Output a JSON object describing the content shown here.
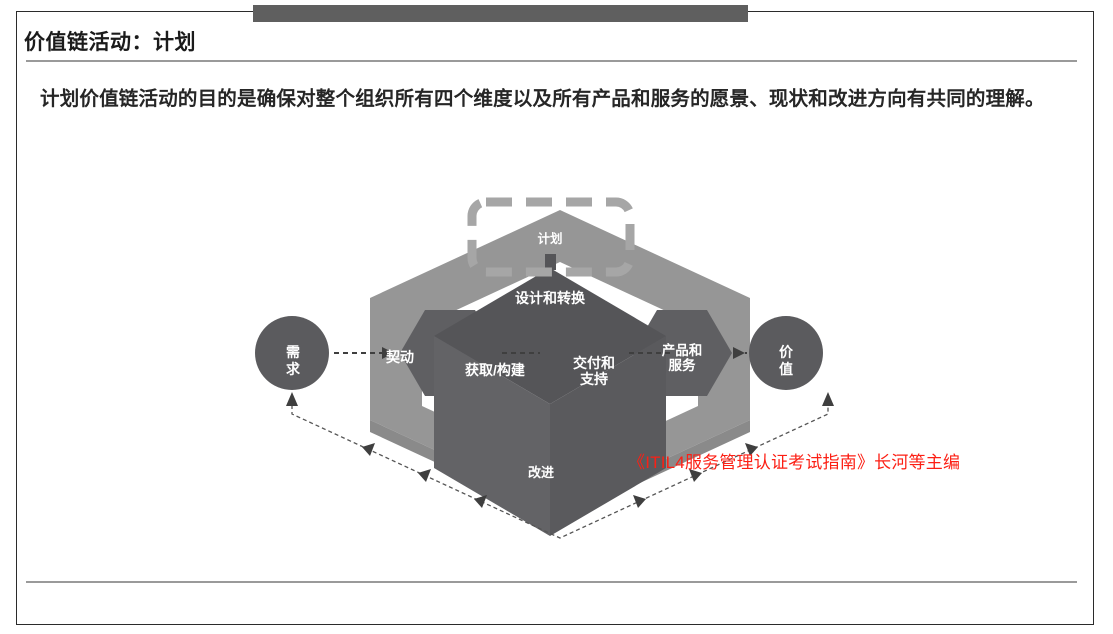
{
  "slide": {
    "title": "价值链活动：计划",
    "subtitle": "计划价值链活动的目的是确保对整个组织所有四个维度以及所有产品和服务的愿景、现状和改进方向有共同的理解。",
    "credit": "《ITIL4服务管理认证考试指南》长河等主编"
  },
  "diagram": {
    "name": "service-value-chain",
    "highlighted_activity": "计划",
    "nodes": {
      "demand": "需\n求",
      "value": "价\n值",
      "plan": "计划",
      "engage": "契动",
      "design_transition": "设计和转换",
      "obtain_build": "获取/构建",
      "deliver_support": "交付和\n支持",
      "products_services": "产品和\n服务",
      "improve": "改进"
    },
    "colors": {
      "outer_frame": "#969696",
      "cube_top": "#555558",
      "cube_left": "#636366",
      "cube_right": "#5a5a5d",
      "hexagon": "#5f5f62",
      "circle": "#5b5b5e",
      "highlight_dash": "#a6a6a6",
      "arrow": "#3f3f3f",
      "credit_red": "#fc1f14",
      "title_text": "#1b1b1b",
      "topbar": "#5f5f5f"
    }
  }
}
